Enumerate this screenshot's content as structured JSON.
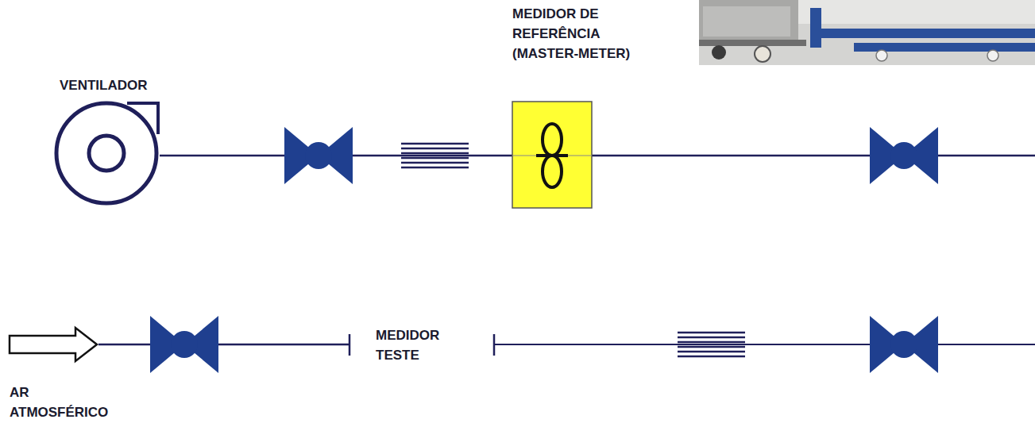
{
  "diagram": {
    "nodes": [
      {
        "text": [
          "VENTILADOR"
        ]
      },
      {
        "text": [
          "MEDIDOR DE REFERÊNCIA (MASTER-METER)"
        ]
      },
      {
        "text": [
          "MEDIDOR TESTE"
        ]
      }
    ],
    "edges": [
      {
        "from": 0,
        "to": 1,
        "arrow": "none"
      }
    ],
    "labels": [
      "AR ATMOSFÉRICO"
    ]
  }
}
